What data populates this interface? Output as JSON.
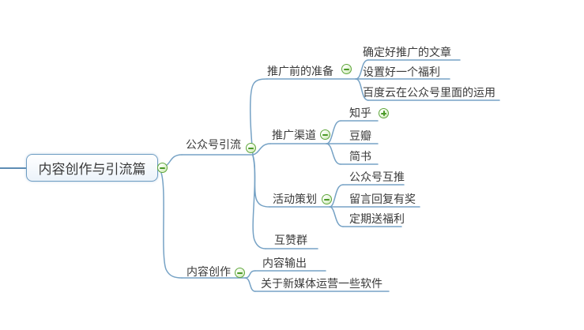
{
  "colors": {
    "line": "#76a2c5",
    "root_border": "#6d9cc2",
    "root_fill": "#ecf3fa",
    "text": "#3a3a3a",
    "toggle_green": "#5ea63a"
  },
  "mindmap": {
    "root": {
      "label": "内容创作与引流篇",
      "toggle": "collapse"
    },
    "branches": [
      {
        "label": "公众号引流",
        "toggle": "collapse",
        "children": [
          {
            "label": "推广前的准备",
            "toggle": "collapse",
            "children": [
              {
                "label": "确定好推广的文章"
              },
              {
                "label": "设置好一个福利"
              },
              {
                "label": "百度云在公众号里面的运用"
              }
            ]
          },
          {
            "label": "推广渠道",
            "toggle": "collapse",
            "children": [
              {
                "label": "知乎",
                "toggle": "expand"
              },
              {
                "label": "豆瓣"
              },
              {
                "label": "简书"
              }
            ]
          },
          {
            "label": "活动策划",
            "toggle": "collapse",
            "children": [
              {
                "label": "公众号互推"
              },
              {
                "label": "留言回复有奖"
              },
              {
                "label": "定期送福利"
              }
            ]
          },
          {
            "label": "互赞群"
          }
        ]
      },
      {
        "label": "内容创作",
        "toggle": "collapse",
        "children": [
          {
            "label": "内容输出"
          },
          {
            "label": "关于新媒体运营一些软件"
          }
        ]
      }
    ]
  }
}
